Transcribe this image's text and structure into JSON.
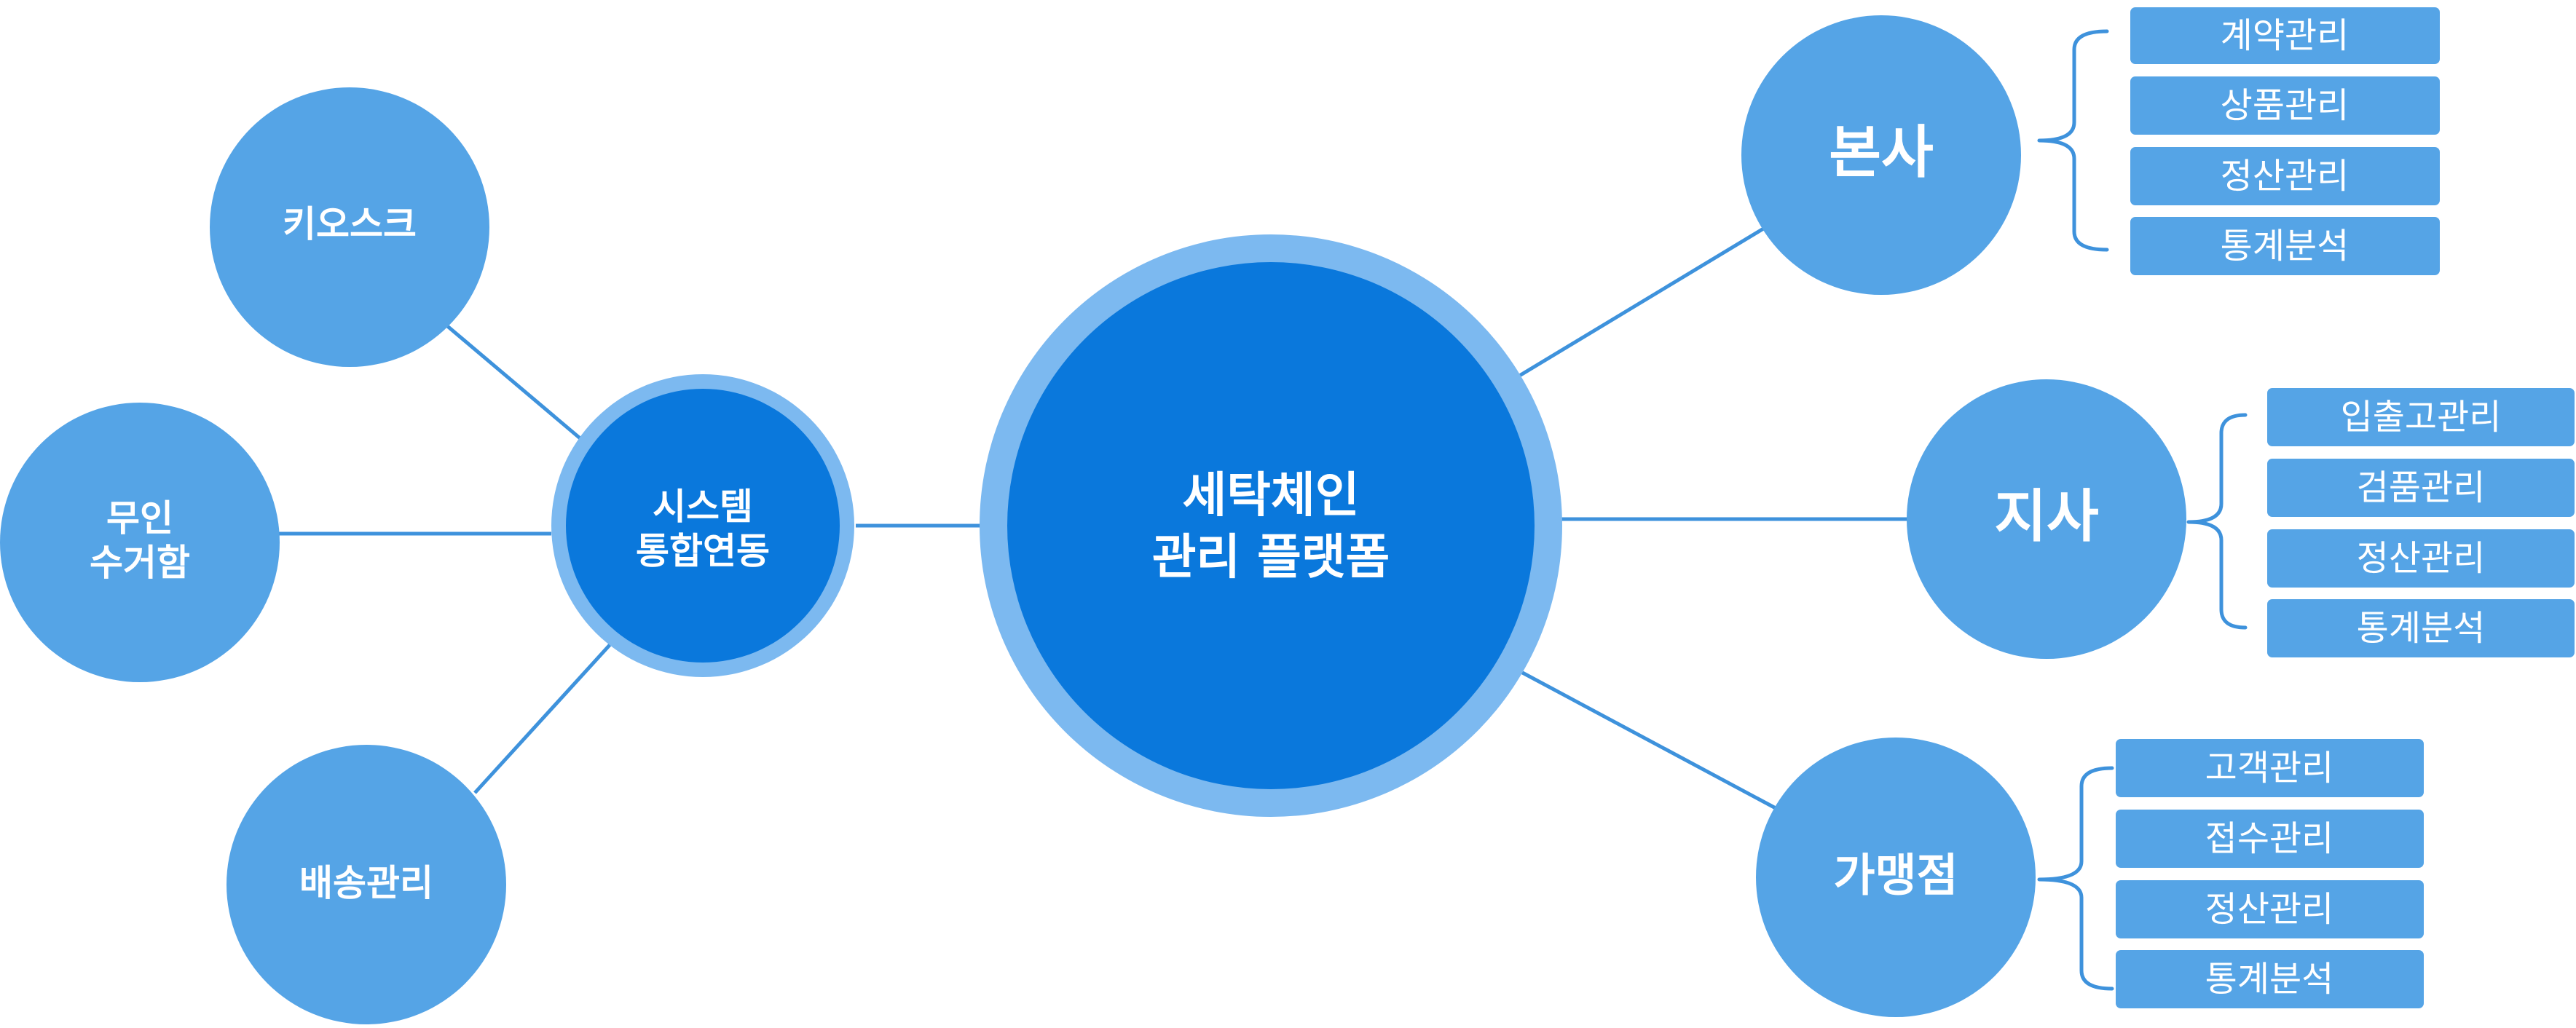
{
  "colors": {
    "node": "#55A4E6",
    "hub": "#0A78DC",
    "ring": "#7CB9F0",
    "line": "#3E92DC",
    "box": "#55A4E6",
    "text": "#FFFFFF",
    "background": "#FFFFFF"
  },
  "center": {
    "line1": "세탁체인",
    "line2": "관리 플랫폼"
  },
  "integration": {
    "line1": "시스템",
    "line2": "통합연동"
  },
  "left_nodes": {
    "kiosk": "키오스크",
    "dropbox_line1": "무인",
    "dropbox_line2": "수거함",
    "delivery": "배송관리"
  },
  "right_nodes": {
    "headquarters": {
      "label": "본사",
      "items": [
        "계약관리",
        "상품관리",
        "정산관리",
        "통계분석"
      ]
    },
    "branch": {
      "label": "지사",
      "items": [
        "입출고관리",
        "검품관리",
        "정산관리",
        "통계분석"
      ]
    },
    "franchise": {
      "label": "가맹점",
      "items": [
        "고객관리",
        "접수관리",
        "정산관리",
        "통계분석"
      ]
    }
  }
}
